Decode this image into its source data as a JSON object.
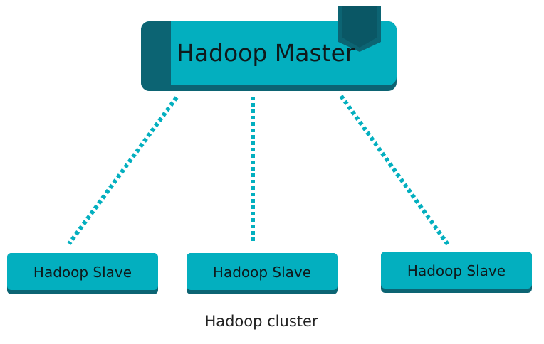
{
  "master": {
    "label": "Hadoop Master"
  },
  "slaves": [
    {
      "label": "Hadoop Slave"
    },
    {
      "label": "Hadoop Slave"
    },
    {
      "label": "Hadoop Slave"
    }
  ],
  "caption": "Hadoop cluster",
  "colors": {
    "node_face": "#03afbf",
    "node_shadow": "#0c6473",
    "connector": "#03afbf",
    "text": "#0f1a1c"
  }
}
